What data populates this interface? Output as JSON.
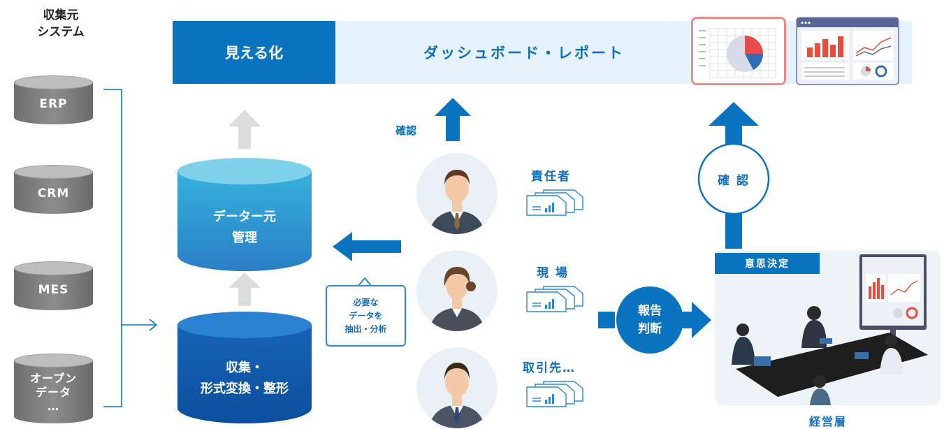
{
  "source": {
    "title_line1": "収集元",
    "title_line2": "システム",
    "systems": [
      {
        "label": "ERP"
      },
      {
        "label": "CRM"
      },
      {
        "label": "MES"
      },
      {
        "label_lines": [
          "オープン",
          "データ",
          "…"
        ]
      }
    ]
  },
  "banner": {
    "label": "見える化",
    "title": "ダッシュボード・レポート"
  },
  "storage": {
    "master": [
      "データー元",
      "管理"
    ],
    "collect": [
      "収集・",
      "形式変換・整形"
    ]
  },
  "callout": [
    "必要な",
    "データを",
    "抽出・分析"
  ],
  "confirm_label": "確認",
  "confirm_circle": "確 認",
  "roles": [
    {
      "label": "責任者"
    },
    {
      "label": "現 場"
    },
    {
      "label": "取引先…"
    }
  ],
  "report_circle": [
    "報告",
    "判断"
  ],
  "decision": {
    "tag": "意思決定",
    "caption": "経営層"
  },
  "colors": {
    "primary": "#0a74c0",
    "light": "#e6f2fb",
    "gray": "#7d7d7d",
    "arrow_gray": "#dcdcdc"
  }
}
